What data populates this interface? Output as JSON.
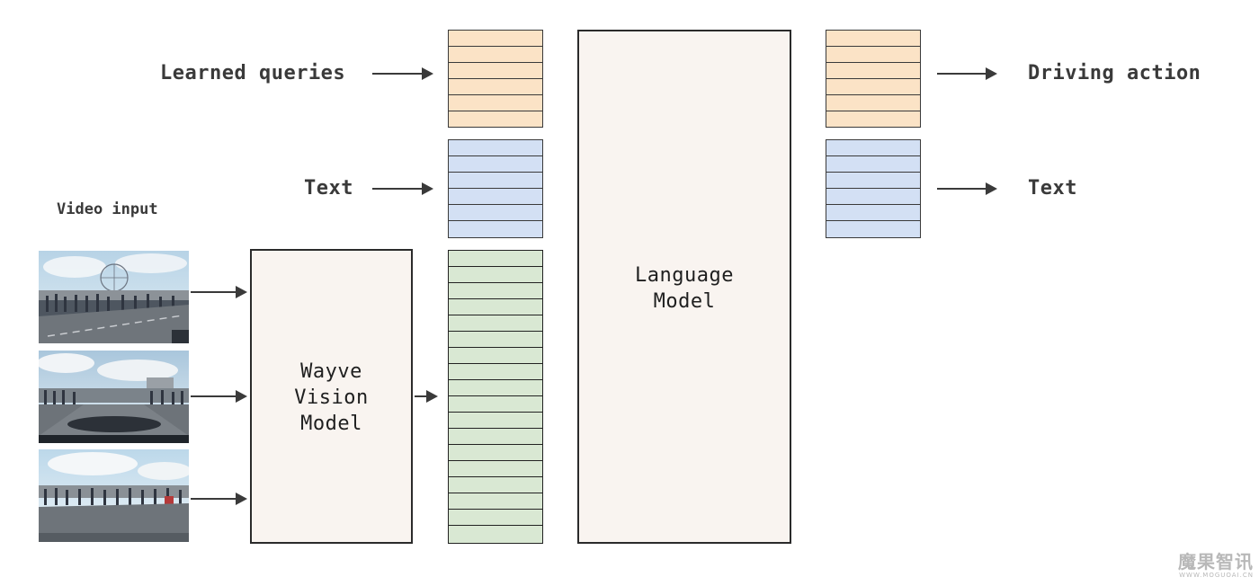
{
  "inputs": {
    "learned_queries": "Learned queries",
    "text": "Text",
    "video_input": "Video input"
  },
  "outputs": {
    "driving_action": "Driving action",
    "text": "Text"
  },
  "models": {
    "vision": "Wayve\nVision\nModel",
    "language": "Language\nModel"
  },
  "token_colors": {
    "query": "#fbe3c6",
    "text": "#d3e0f4",
    "vision": "#d9e8d3"
  },
  "watermark": {
    "main": "魔果智讯",
    "sub": "WWW.MOGUOAI.CN"
  }
}
